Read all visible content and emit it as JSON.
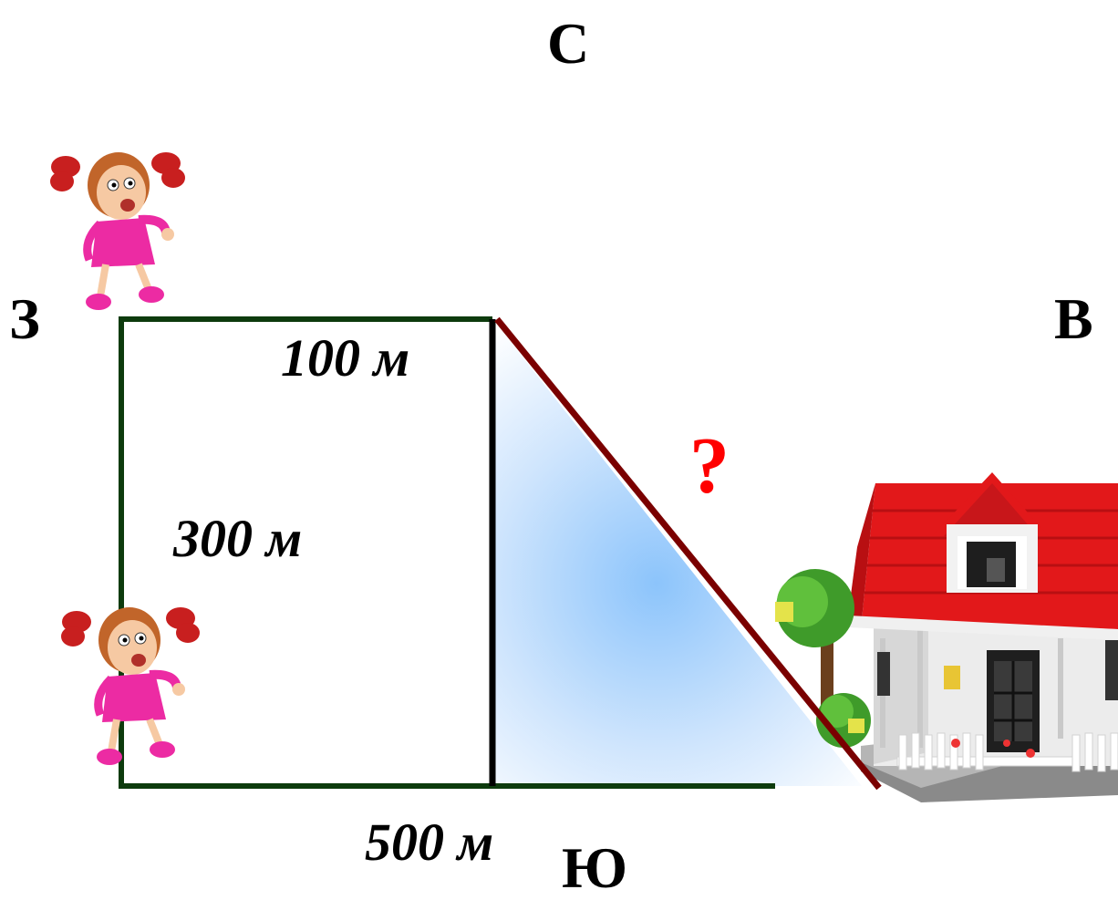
{
  "directions": {
    "north": "С",
    "west": "З",
    "east": "В",
    "south": "Ю"
  },
  "distances": {
    "top": "100 м",
    "left": "300 м",
    "bottom": "500 м"
  },
  "unknown": "?",
  "icons": {
    "girl": "girl-icon",
    "house": "house-icon",
    "tree": "tree-icon"
  },
  "colors": {
    "route_path": "#0d3b0d",
    "hypotenuse": "#7a0000",
    "vertical_side": "#000000",
    "triangle_fill": "#9fcdfb",
    "question_mark": "#ff0000",
    "roof": "#e2181a",
    "girl_dress": "#ec2ba3"
  }
}
